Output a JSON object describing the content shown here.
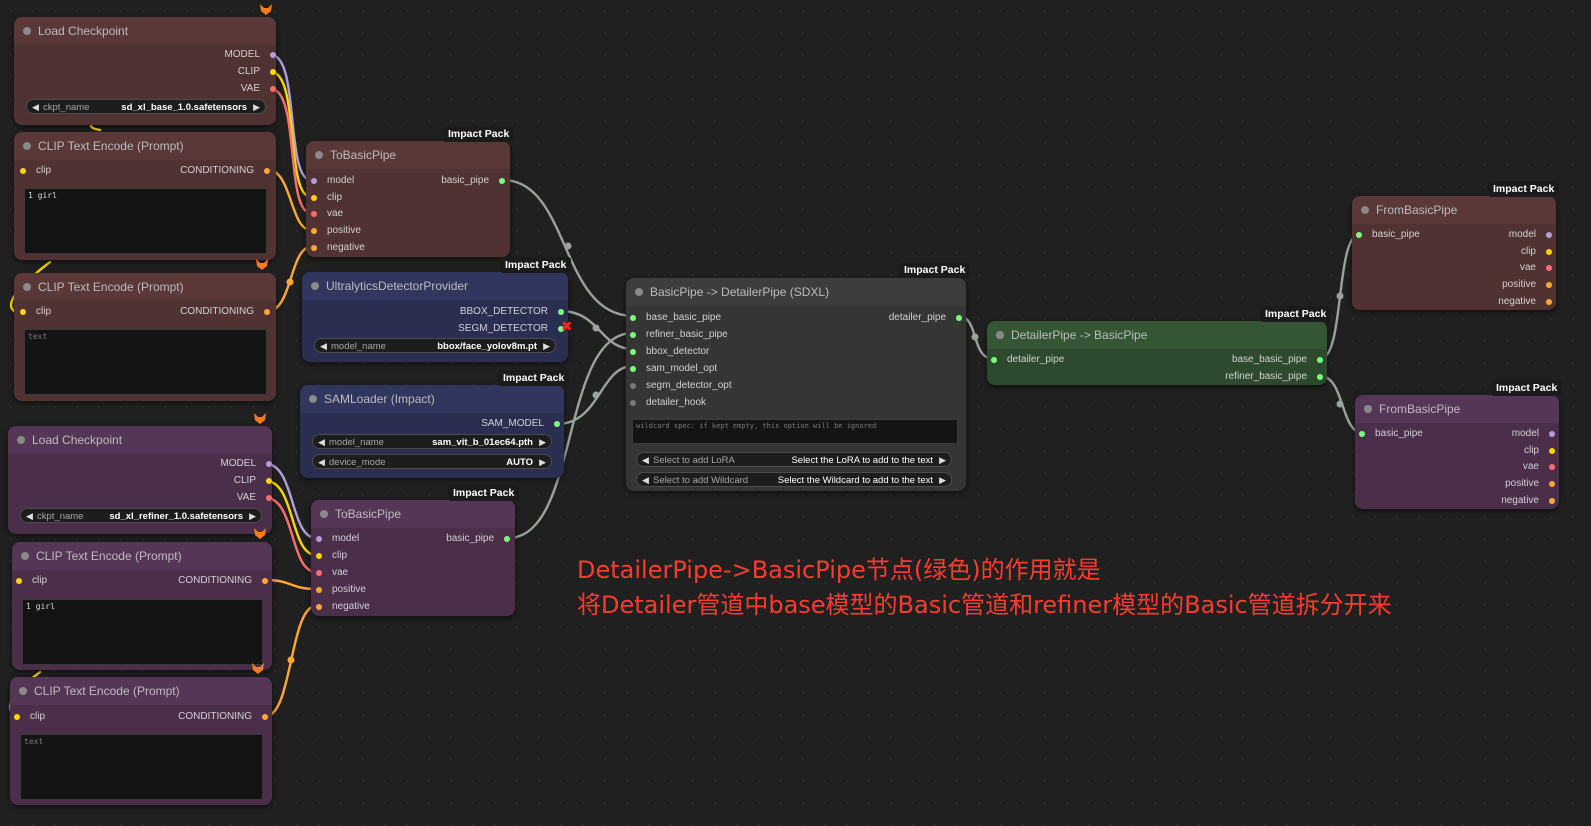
{
  "colors": {
    "model": "#b39ddb",
    "clip": "#ffd500",
    "vae": "#ff6e6e",
    "conditioning": "#ffa931",
    "pipe": "#7cff7c",
    "disabled": "#777777",
    "wire_pipe": "#9aa39a"
  },
  "badges": {
    "impact_pack": "Impact Pack"
  },
  "load_ckpt_base": {
    "title": "Load Checkpoint",
    "outputs": [
      "MODEL",
      "CLIP",
      "VAE"
    ],
    "widget": {
      "label": "ckpt_name",
      "value": "sd_xl_base_1.0.safetensors"
    }
  },
  "clip_pos_base": {
    "title": "CLIP Text Encode (Prompt)",
    "input": "clip",
    "output": "CONDITIONING",
    "text": "1 girl"
  },
  "clip_neg_base": {
    "title": "CLIP Text Encode (Prompt)",
    "input": "clip",
    "output": "CONDITIONING",
    "text": "text"
  },
  "load_ckpt_refiner": {
    "title": "Load Checkpoint",
    "outputs": [
      "MODEL",
      "CLIP",
      "VAE"
    ],
    "widget": {
      "label": "ckpt_name",
      "value": "sd_xl_refiner_1.0.safetensors"
    }
  },
  "clip_pos_refiner": {
    "title": "CLIP Text Encode (Prompt)",
    "input": "clip",
    "output": "CONDITIONING",
    "text": "1 girl"
  },
  "clip_neg_refiner": {
    "title": "CLIP Text Encode (Prompt)",
    "input": "clip",
    "output": "CONDITIONING",
    "text": "text"
  },
  "to_basic_pipe_1": {
    "title": "ToBasicPipe",
    "inputs": [
      "model",
      "clip",
      "vae",
      "positive",
      "negative"
    ],
    "output": "basic_pipe"
  },
  "to_basic_pipe_2": {
    "title": "ToBasicPipe",
    "inputs": [
      "model",
      "clip",
      "vae",
      "positive",
      "negative"
    ],
    "output": "basic_pipe"
  },
  "ultralytics": {
    "title": "UltralyticsDetectorProvider",
    "outputs": [
      "BBOX_DETECTOR",
      "SEGM_DETECTOR"
    ],
    "widget": {
      "label": "model_name",
      "value": "bbox/face_yolov8m.pt"
    }
  },
  "samloader": {
    "title": "SAMLoader (Impact)",
    "output": "SAM_MODEL",
    "widgets": [
      {
        "label": "model_name",
        "value": "sam_vit_b_01ec64.pth"
      },
      {
        "label": "device_mode",
        "value": "AUTO"
      }
    ]
  },
  "detailer_pipe_sdxl": {
    "title": "BasicPipe -> DetailerPipe (SDXL)",
    "inputs": [
      "base_basic_pipe",
      "refiner_basic_pipe",
      "bbox_detector",
      "sam_model_opt",
      "segm_detector_opt",
      "detailer_hook"
    ],
    "output": "detailer_pipe",
    "wildcard_placeholder": "wildcard spec: if kept empty, this option will be ignored",
    "widgets": [
      {
        "label": "Select to add LoRA",
        "value": "Select the LoRA to add to the text"
      },
      {
        "label": "Select to add Wildcard",
        "value": "Select the Wildcard to add to the text"
      }
    ]
  },
  "detailer_to_basic": {
    "title": "DetailerPipe -> BasicPipe",
    "input": "detailer_pipe",
    "outputs": [
      "base_basic_pipe",
      "refiner_basic_pipe"
    ]
  },
  "from_basic_pipe_1": {
    "title": "FromBasicPipe",
    "input": "basic_pipe",
    "outputs": [
      "model",
      "clip",
      "vae",
      "positive",
      "negative"
    ]
  },
  "from_basic_pipe_2": {
    "title": "FromBasicPipe",
    "input": "basic_pipe",
    "outputs": [
      "model",
      "clip",
      "vae",
      "positive",
      "negative"
    ]
  },
  "annotation": {
    "line1": "DetailerPipe->BasicPipe节点(绿色)的作用就是",
    "line2": "将Detailer管道中base模型的Basic管道和refiner模型的Basic管道拆分开来"
  }
}
